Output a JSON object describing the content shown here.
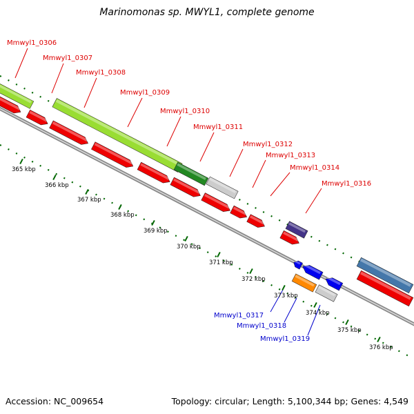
{
  "title": "Marinomonas sp. MWYL1, complete genome",
  "footer": {
    "accession": "Accession: NC_009654",
    "summary": "Topology: circular; Length: 5,100,344 bp; Genes: 4,549"
  },
  "colors": {
    "forward_label": "#dd0000",
    "reverse_label": "#0000cc",
    "backbone": "#888888",
    "ticks": "#006600"
  },
  "forward_genes": [
    {
      "id": "Mmwyl1_0306"
    },
    {
      "id": "Mmwyl1_0307"
    },
    {
      "id": "Mmwyl1_0308"
    },
    {
      "id": "Mmwyl1_0309"
    },
    {
      "id": "Mmwyl1_0310"
    },
    {
      "id": "Mmwyl1_0311"
    },
    {
      "id": "Mmwyl1_0312"
    },
    {
      "id": "Mmwyl1_0313"
    },
    {
      "id": "Mmwyl1_0314"
    },
    {
      "id": "Mmwyl1_0316"
    }
  ],
  "reverse_genes": [
    {
      "id": "Mmwyl1_0317"
    },
    {
      "id": "Mmwyl1_0318"
    },
    {
      "id": "Mmwyl1_0319"
    }
  ],
  "kbp_ticks": [
    "365 kbp",
    "366 kbp",
    "367 kbp",
    "368 kbp",
    "369 kbp",
    "370 kbp",
    "371 kbp",
    "372 kbp",
    "373 kbp",
    "374 kbp",
    "375 kbp",
    "376 kbp"
  ]
}
